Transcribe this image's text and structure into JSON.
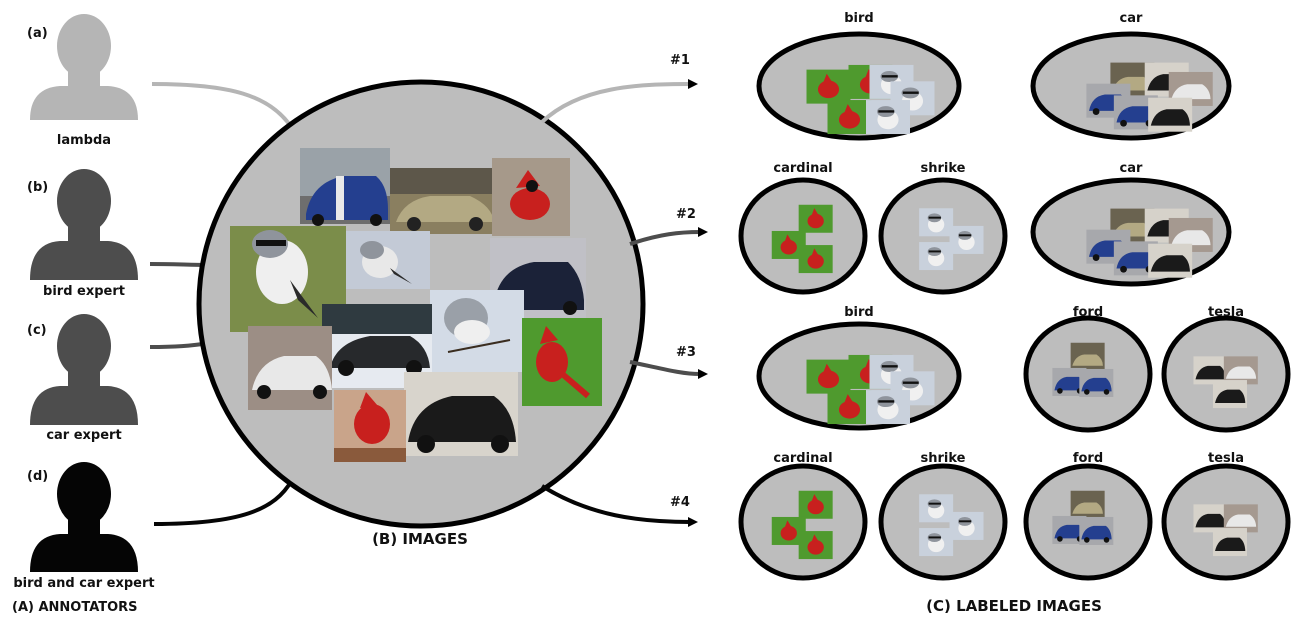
{
  "annotators": {
    "section_label": "(A) ANNOTATORS",
    "items": [
      {
        "letter": "(a)",
        "name": "lambda",
        "color": "#b5b5b5"
      },
      {
        "letter": "(b)",
        "name": "bird expert",
        "color": "#4d4d4d"
      },
      {
        "letter": "(c)",
        "name": "car expert",
        "color": "#4d4d4d"
      },
      {
        "letter": "(d)",
        "name": "bird and car expert",
        "color": "#050505"
      }
    ]
  },
  "images": {
    "section_label": "(B) IMAGES",
    "circle_fill": "#bdbdbd"
  },
  "labeled": {
    "section_label": "(C) LABELED IMAGES",
    "ellipse_fill": "#bdbdbd",
    "rows": [
      {
        "marker": "#1",
        "groups": [
          "bird",
          "car"
        ]
      },
      {
        "marker": "#2",
        "groups": [
          "cardinal",
          "shrike",
          "car"
        ]
      },
      {
        "marker": "#3",
        "groups": [
          "bird",
          "ford",
          "tesla"
        ]
      },
      {
        "marker": "#4",
        "groups": [
          "cardinal",
          "shrike",
          "ford",
          "tesla"
        ]
      }
    ]
  },
  "colors": {
    "cardinal_red": "#c8201e",
    "leaf_green": "#4f9a2e",
    "shrike_grey": "#8f949c",
    "ford_blue": "#243f8f",
    "tesla_white": "#e8e8e8",
    "tesla_black": "#1a1a1a",
    "vintage_tan": "#8a7f60"
  }
}
